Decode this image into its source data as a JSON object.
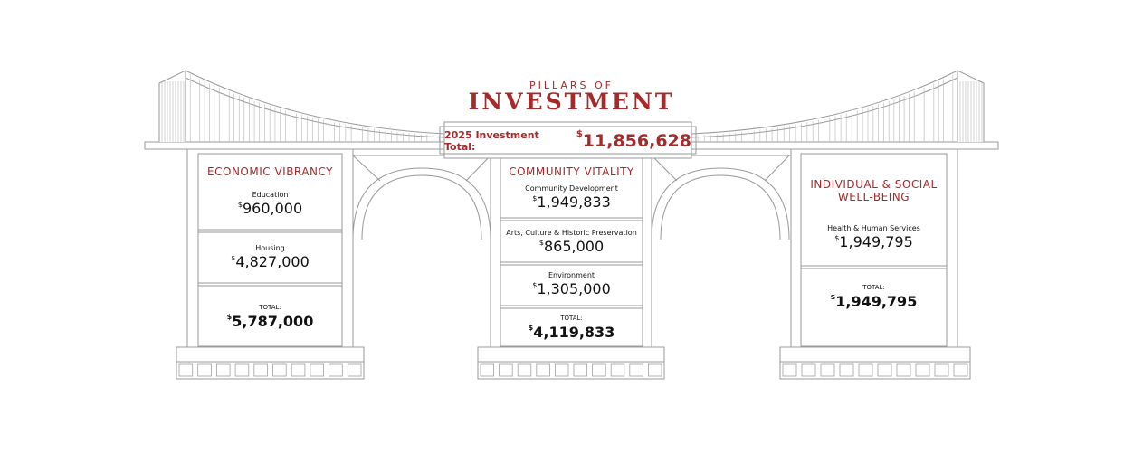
{
  "header": {
    "subtitle": "PILLARS OF",
    "title": "INVESTMENT",
    "total_label": "2025 Investment Total:",
    "total_currency": "$",
    "total_value": "11,856,628"
  },
  "pillars": [
    {
      "title": "ECONOMIC VIBRANCY",
      "items": [
        {
          "label": "Education",
          "currency": "$",
          "value": "960,000"
        },
        {
          "label": "Housing",
          "currency": "$",
          "value": "4,827,000"
        }
      ],
      "total_label": "TOTAL:",
      "total_currency": "$",
      "total_value": "5,787,000"
    },
    {
      "title": "COMMUNITY VITALITY",
      "items": [
        {
          "label": "Community Development",
          "currency": "$",
          "value": "1,949,833"
        },
        {
          "label": "Arts, Culture & Historic Preservation",
          "currency": "$",
          "value": "865,000"
        },
        {
          "label": "Environment",
          "currency": "$",
          "value": "1,305,000"
        }
      ],
      "total_label": "TOTAL:",
      "total_currency": "$",
      "total_value": "4,119,833"
    },
    {
      "title_line1": "INDIVIDUAL & SOCIAL",
      "title_line2": "WELL-BEING",
      "items": [
        {
          "label": "Health & Human Services",
          "currency": "$",
          "value": "1,949,795"
        }
      ],
      "total_label": "TOTAL:",
      "total_currency": "$",
      "total_value": "1,949,795"
    }
  ],
  "colors": {
    "accent": "#a52a2a",
    "line": "#9a9a9a",
    "text": "#111111"
  }
}
